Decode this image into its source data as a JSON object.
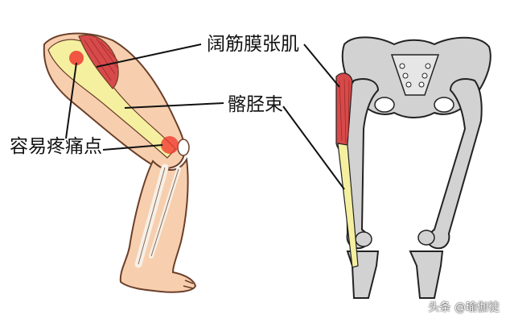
{
  "labels": {
    "tfl": "阔筋膜张肌",
    "itb": "髂胫束",
    "pain_point": "容易疼痛点"
  },
  "watermark": "头条 @瑜伽徒",
  "colors": {
    "skin": "#f7cfae",
    "skin_outline": "#6b3f2a",
    "band": "#f5f0a0",
    "muscle": "#d84a4a",
    "bone": "#d2d2d2",
    "pain": "#ef3b30"
  }
}
